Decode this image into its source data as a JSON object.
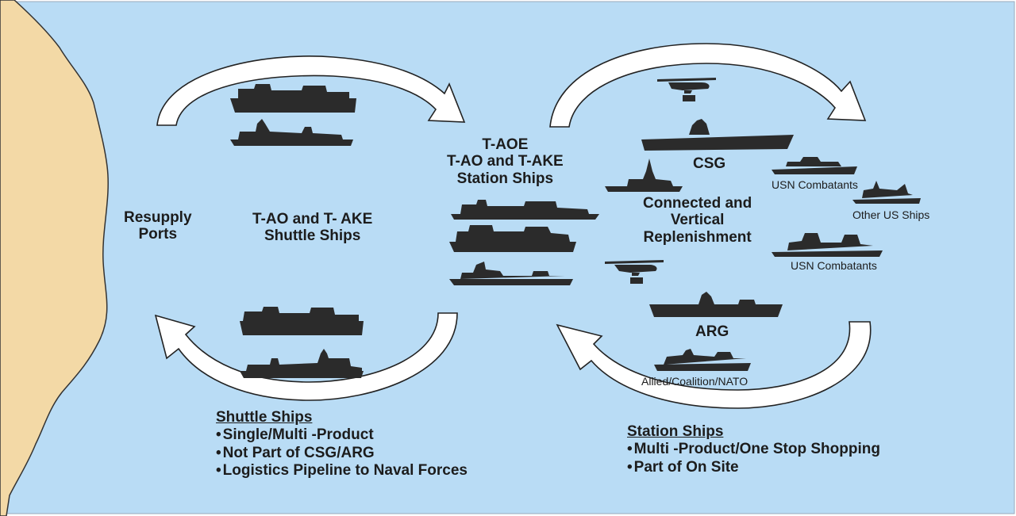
{
  "colors": {
    "sea": "#b9dcf5",
    "land": "#f3d9a6",
    "ship": "#2b2b2b",
    "arrow_fill": "#ffffff",
    "outline": "#222222"
  },
  "labels": {
    "resupply_ports": [
      "Resupply",
      "Ports"
    ],
    "shuttle_ships_center": [
      "T-AO and T- AKE",
      "Shuttle Ships"
    ],
    "station_ships_center": [
      "T-AOE",
      "T-AO and T-AKE",
      "Station Ships"
    ],
    "csg": "CSG",
    "usn_combatants_top": "USN Combatants",
    "connected_vertical": [
      "Connected and",
      "Vertical",
      "Replenishment"
    ],
    "other_us_ships": "Other US Ships",
    "usn_combatants_mid": "USN Combatants",
    "arg": "ARG",
    "allied": "Allied/Coalition/NATO"
  },
  "shuttle_ships": {
    "title": "Shuttle Ships",
    "items": [
      "Single/Multi -Product",
      "Not Part of CSG/ARG",
      "Logistics Pipeline to Naval Forces"
    ]
  },
  "station_ships": {
    "title": "Station Ships",
    "items": [
      "Multi -Product/One Stop Shopping",
      "Part of On Site"
    ]
  }
}
